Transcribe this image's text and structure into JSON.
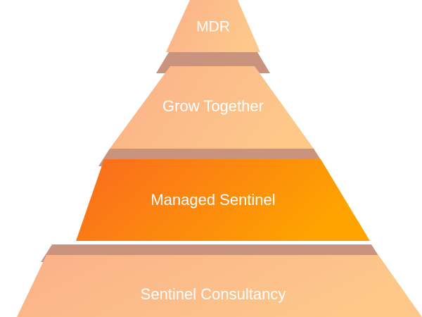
{
  "pyramid": {
    "tiers": [
      {
        "label": "MDR",
        "highlighted": false
      },
      {
        "label": "Grow Together",
        "highlighted": false
      },
      {
        "label": "Managed Sentinel",
        "highlighted": true
      },
      {
        "label": "Sentinel Consultancy",
        "highlighted": false
      }
    ]
  },
  "colors": {
    "tier_start": "#fbb089",
    "tier_end": "#fdc88a",
    "highlight_start": "#fa6a1e",
    "highlight_end": "#fea300",
    "connector": "#c9937e",
    "label": "#ffffff"
  }
}
